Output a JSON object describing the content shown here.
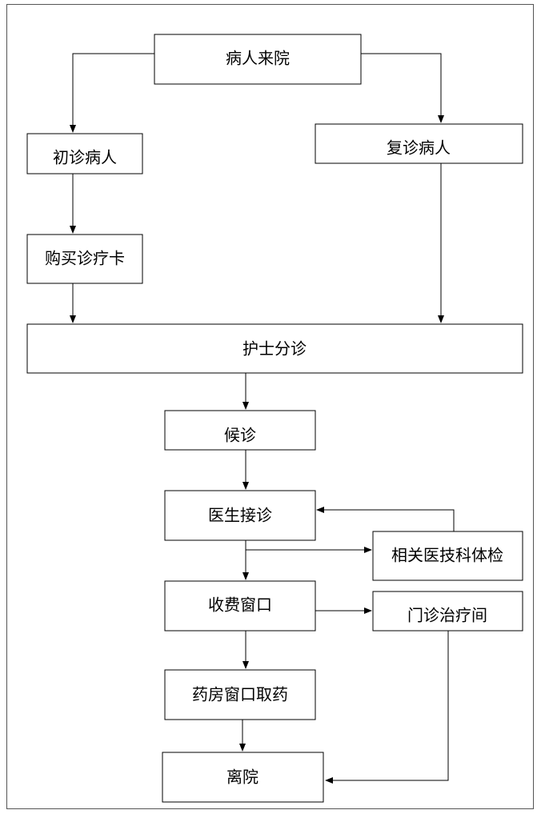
{
  "diagram": {
    "nodes": {
      "patient_arrives": "病人来院",
      "first_visit": "初诊病人",
      "return_visit": "复诊病人",
      "buy_card": "购买诊疗卡",
      "nurse_triage": "护士分诊",
      "waiting": "候诊",
      "doctor_consult": "医生接诊",
      "medical_tech_exam": "相关医技科体检",
      "cashier": "收费窗口",
      "outpatient_treatment": "门诊治疗间",
      "pharmacy": "药房窗口取药",
      "leave": "离院"
    }
  }
}
